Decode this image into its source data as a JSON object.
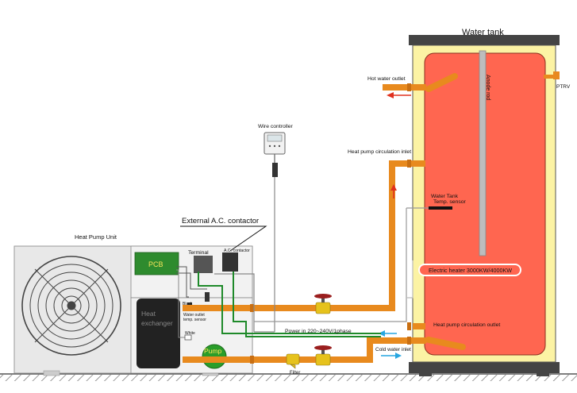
{
  "tank": {
    "title": "Water tank",
    "hot_water_outlet": "Hot water outlet",
    "anode_rod": "Anode rod",
    "ptrv": "PTRV",
    "hp_circ_inlet": "Heat pump circulation inlet",
    "temp_sensor_line1": "Water Tank",
    "temp_sensor_line2": "Temp. sensor",
    "electric_heater": "Electric heater 3000KW/4000KW",
    "hp_circ_outlet": "Heat pump circulation outlet",
    "cold_water_inlet": "Cold water inlet"
  },
  "unit": {
    "title": "Heat Pump Unit",
    "pcb": "PCB",
    "terminal": "Terminal",
    "ac_contactor": "A.C. contactor",
    "heat_exchanger_1": "Heat",
    "heat_exchanger_2": "exchanger",
    "pump": "Pump",
    "black": "Black",
    "white": "White",
    "water_outlet_sensor_1": "Water outlet",
    "water_outlet_sensor_2": "temp. sensor"
  },
  "wiring": {
    "wire_controller": "Wire controller",
    "external_contactor": "External A.C. contactor",
    "power_in": "Power in 220~240V/1phase",
    "filter": "Filter"
  },
  "colors": {
    "tank_body": "#ff6650",
    "tank_insulation": "#fcf3a4",
    "tank_shell": "#444444",
    "pipe": "#e88a1e",
    "valve_red": "#9a1e1e",
    "valve_yellow": "#e6c21c",
    "wire_green": "#1f8a2a",
    "unit_panel": "#e8e8e8",
    "pcb_green": "#2e8b2e",
    "arrow_red": "#e0301e",
    "arrow_blue": "#27a6e0"
  }
}
